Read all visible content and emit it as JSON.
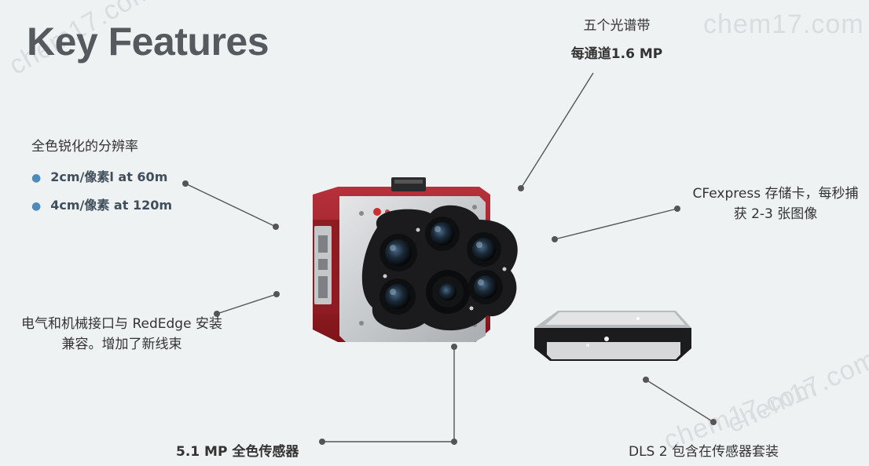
{
  "title": "Key Features",
  "watermarks": [
    "chem17.com",
    "chem17.com",
    "chem17.com",
    "chem17.com"
  ],
  "features": {
    "resolution": {
      "heading": "全色锐化的分辨率",
      "bullets": [
        "2cm/像素l at 60m",
        "4cm/像素 at 120m"
      ]
    },
    "bands": {
      "line1": "五个光谱带",
      "line2": "每通道1.6 MP"
    },
    "storage": {
      "line1": "CFexpress 存储卡，每秒捕",
      "line2": "获 2-3 张图像"
    },
    "interface": {
      "line1": "电气和机械接口与 RedEdge 安装",
      "line2": "兼容。增加了新线束"
    },
    "sensor": {
      "text": "5.1 MP 全色传感器"
    },
    "dls": {
      "text": "DLS 2 包含在传感器套装"
    }
  },
  "colors": {
    "camera_red": "#a2222a",
    "camera_silver": "#c9ccce",
    "lens_housing": "#1b1b1d",
    "leader_line": "#555555",
    "bullet_dot": "#4d8ac0"
  }
}
